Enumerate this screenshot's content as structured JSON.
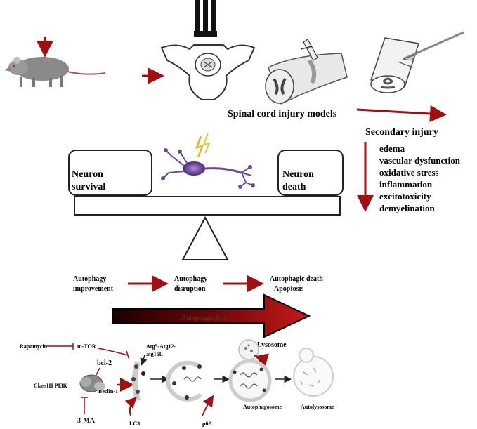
{
  "models": {
    "label": "Spinal cord injury models"
  },
  "secondary": {
    "title": "Secondary injury",
    "items": [
      "edema",
      "vascular dysfunction",
      "oxidative stress",
      "inflammation",
      "excitotoxicity",
      "demyelination"
    ]
  },
  "balance": {
    "left_line1": "Neuron",
    "left_line2": "survival",
    "right_line1": "Neuron",
    "right_line2": "death"
  },
  "progression": {
    "step1_line1": "Autophagy",
    "step1_line2": "improvement",
    "step2_line1": "Autophagy",
    "step2_line2": "disruption",
    "step3_line1": "Autophagic death",
    "step3_line2": "Apoptosis"
  },
  "flux": {
    "label": "Autophagic flux"
  },
  "pathway": {
    "rapamycin": "Rapamycin",
    "mtor": "m-TOR",
    "atg_line1": "Atg5-Atg12-",
    "atg_line2": "atg16L",
    "bcl2": "bcl-2",
    "classiii": "ClassIII PI3K",
    "beclin": "Beclin-1",
    "three_ma": "3-MA",
    "lc3": "LC3",
    "p62": "p62",
    "lysosome": "Lysosome",
    "autophagosome": "Autophagosome",
    "autolysosome": "Autolysosome"
  }
}
